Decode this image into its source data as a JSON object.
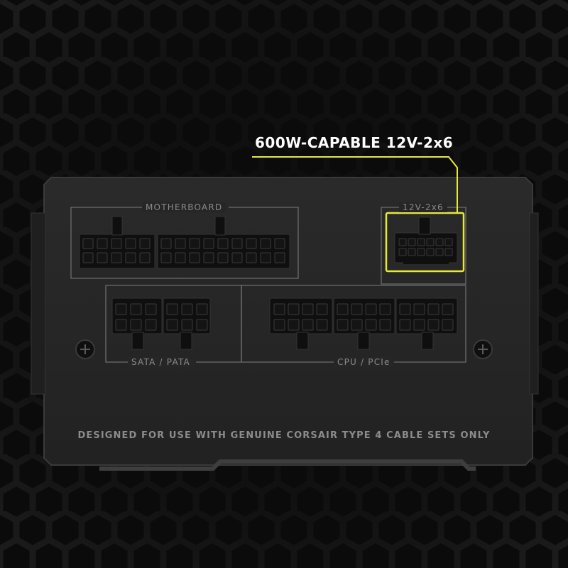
{
  "callout": {
    "label": "600W-CAPABLE 12V-2x6",
    "color": "#e6e93a"
  },
  "panel": {
    "sections": {
      "motherboard": "MOTHERBOARD",
      "gpu_12v": "12V-2x6",
      "sata_pata": "SATA / PATA",
      "cpu_pcie": "CPU / PCIe"
    },
    "footer": "DESIGNED FOR USE WITH GENUINE CORSAIR TYPE 4 CABLE SETS ONLY"
  },
  "icons": [
    "screw-icon",
    "connector-icon"
  ]
}
